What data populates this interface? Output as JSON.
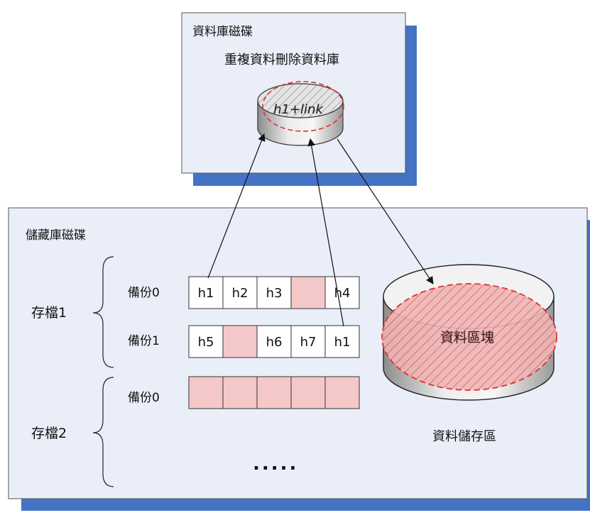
{
  "dedup_disk": {
    "title": "資料庫磁碟",
    "db_label": "重複資料刪除資料庫",
    "db_content": "h1+link"
  },
  "vault_disk": {
    "title": "儲藏庫磁碟"
  },
  "archives": [
    {
      "label": "存檔1",
      "backups": [
        {
          "label": "備份0",
          "cells": [
            "h1",
            "h2",
            "h3",
            "",
            "h4"
          ],
          "filled": [
            false,
            false,
            false,
            true,
            false
          ]
        },
        {
          "label": "備份1",
          "cells": [
            "h5",
            "",
            "h6",
            "h7",
            "h1"
          ],
          "filled": [
            false,
            true,
            false,
            false,
            false
          ]
        }
      ]
    },
    {
      "label": "存檔2",
      "backups": [
        {
          "label": "備份0",
          "cells": [
            "",
            "",
            "",
            "",
            ""
          ],
          "filled": [
            true,
            true,
            true,
            true,
            true
          ]
        }
      ],
      "more": "....."
    }
  ],
  "datastore": {
    "blocks_label": "資料區塊",
    "label": "資料儲存區"
  },
  "colors": {
    "panel_fill": "#e9eef8",
    "shadow": "#4472c4",
    "block_fill": "#f4c8c8",
    "dash_red": "#e03030",
    "hatch": "#d26a6a"
  }
}
